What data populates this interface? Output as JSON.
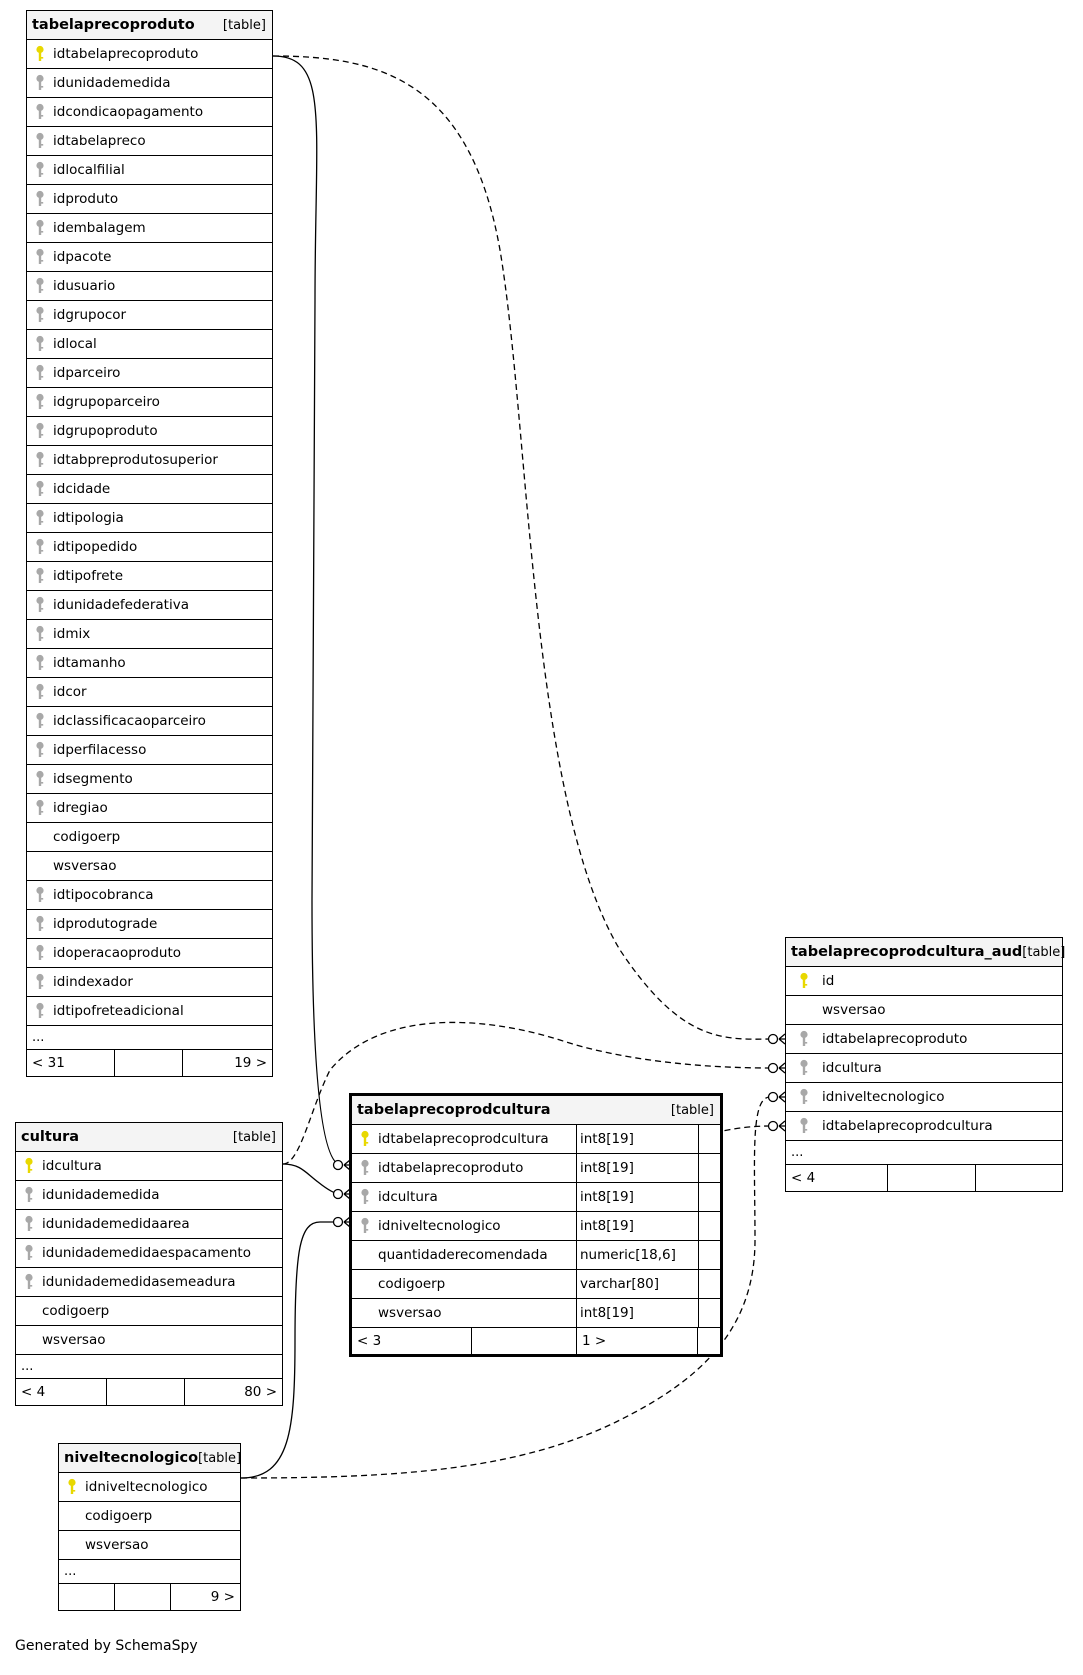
{
  "colors": {
    "pk_key": "#e8d800",
    "fk_key": "#a8a8a8",
    "header_bg": "#f4f4f4",
    "edge": "#000000"
  },
  "icons": {
    "primary_key": "key-icon",
    "foreign_key": "key-icon"
  },
  "tables": {
    "tabelaprecoproduto": {
      "name": "tabelaprecoproduto",
      "type": "[table]",
      "columns": [
        {
          "name": "idtabelaprecoproduto",
          "key": "pk"
        },
        {
          "name": "idunidademedida",
          "key": "fk"
        },
        {
          "name": "idcondicaopagamento",
          "key": "fk"
        },
        {
          "name": "idtabelapreco",
          "key": "fk"
        },
        {
          "name": "idlocalfilial",
          "key": "fk"
        },
        {
          "name": "idproduto",
          "key": "fk"
        },
        {
          "name": "idembalagem",
          "key": "fk"
        },
        {
          "name": "idpacote",
          "key": "fk"
        },
        {
          "name": "idusuario",
          "key": "fk"
        },
        {
          "name": "idgrupocor",
          "key": "fk"
        },
        {
          "name": "idlocal",
          "key": "fk"
        },
        {
          "name": "idparceiro",
          "key": "fk"
        },
        {
          "name": "idgrupoparceiro",
          "key": "fk"
        },
        {
          "name": "idgrupoproduto",
          "key": "fk"
        },
        {
          "name": "idtabpreprodutosuperior",
          "key": "fk"
        },
        {
          "name": "idcidade",
          "key": "fk"
        },
        {
          "name": "idtipologia",
          "key": "fk"
        },
        {
          "name": "idtipopedido",
          "key": "fk"
        },
        {
          "name": "idtipofrete",
          "key": "fk"
        },
        {
          "name": "idunidadefederativa",
          "key": "fk"
        },
        {
          "name": "idmix",
          "key": "fk"
        },
        {
          "name": "idtamanho",
          "key": "fk"
        },
        {
          "name": "idcor",
          "key": "fk"
        },
        {
          "name": "idclassificacaoparceiro",
          "key": "fk"
        },
        {
          "name": "idperfilacesso",
          "key": "fk"
        },
        {
          "name": "idsegmento",
          "key": "fk"
        },
        {
          "name": "idregiao",
          "key": "fk"
        },
        {
          "name": "codigoerp",
          "key": ""
        },
        {
          "name": "wsversao",
          "key": ""
        },
        {
          "name": "idtipocobranca",
          "key": "fk"
        },
        {
          "name": "idprodutograde",
          "key": "fk"
        },
        {
          "name": "idoperacaoproduto",
          "key": "fk"
        },
        {
          "name": "idindexador",
          "key": "fk"
        },
        {
          "name": "idtipofreteadicional",
          "key": "fk"
        }
      ],
      "more": "...",
      "footer": {
        "parents": "< 31",
        "rows": "",
        "children": "19 >"
      }
    },
    "cultura": {
      "name": "cultura",
      "type": "[table]",
      "columns": [
        {
          "name": "idcultura",
          "key": "pk"
        },
        {
          "name": "idunidademedida",
          "key": "fk"
        },
        {
          "name": "idunidademedidaarea",
          "key": "fk"
        },
        {
          "name": "idunidademedidaespacamento",
          "key": "fk"
        },
        {
          "name": "idunidademedidasemeadura",
          "key": "fk"
        },
        {
          "name": "codigoerp",
          "key": ""
        },
        {
          "name": "wsversao",
          "key": ""
        }
      ],
      "more": "...",
      "footer": {
        "parents": "< 4",
        "rows": "",
        "children": "80 >"
      }
    },
    "niveltecnologico": {
      "name": "niveltecnologico",
      "type": "[table]",
      "columns": [
        {
          "name": "idniveltecnologico",
          "key": "pk"
        },
        {
          "name": "codigoerp",
          "key": ""
        },
        {
          "name": "wsversao",
          "key": ""
        }
      ],
      "more": "...",
      "footer": {
        "parents": "",
        "rows": "",
        "children": "9 >"
      }
    },
    "tabelaprecoprodcultura": {
      "name": "tabelaprecoprodcultura",
      "type": "[table]",
      "columns": [
        {
          "name": "idtabelaprecoprodcultura",
          "key": "pk",
          "type": "int8[19]"
        },
        {
          "name": "idtabelaprecoproduto",
          "key": "fk",
          "type": "int8[19]"
        },
        {
          "name": "idcultura",
          "key": "fk",
          "type": "int8[19]"
        },
        {
          "name": "idniveltecnologico",
          "key": "fk",
          "type": "int8[19]"
        },
        {
          "name": "quantidaderecomendada",
          "key": "",
          "type": "numeric[18,6]"
        },
        {
          "name": "codigoerp",
          "key": "",
          "type": "varchar[80]"
        },
        {
          "name": "wsversao",
          "key": "",
          "type": "int8[19]"
        }
      ],
      "footer": {
        "parents": "< 3",
        "rows": "",
        "children": "1 >"
      }
    },
    "tabelaprecoprodcultura_aud": {
      "name": "tabelaprecoprodcultura_aud",
      "type": "[table]",
      "columns": [
        {
          "name": "id",
          "key": "pk"
        },
        {
          "name": "wsversao",
          "key": ""
        },
        {
          "name": "idtabelaprecoproduto",
          "key": "fk"
        },
        {
          "name": "idcultura",
          "key": "fk"
        },
        {
          "name": "idniveltecnologico",
          "key": "fk"
        },
        {
          "name": "idtabelaprecoprodcultura",
          "key": "fk"
        }
      ],
      "more": "...",
      "footer": {
        "parents": "< 4",
        "rows": "",
        "children": ""
      }
    }
  },
  "footer_text": "Generated by SchemaSpy"
}
